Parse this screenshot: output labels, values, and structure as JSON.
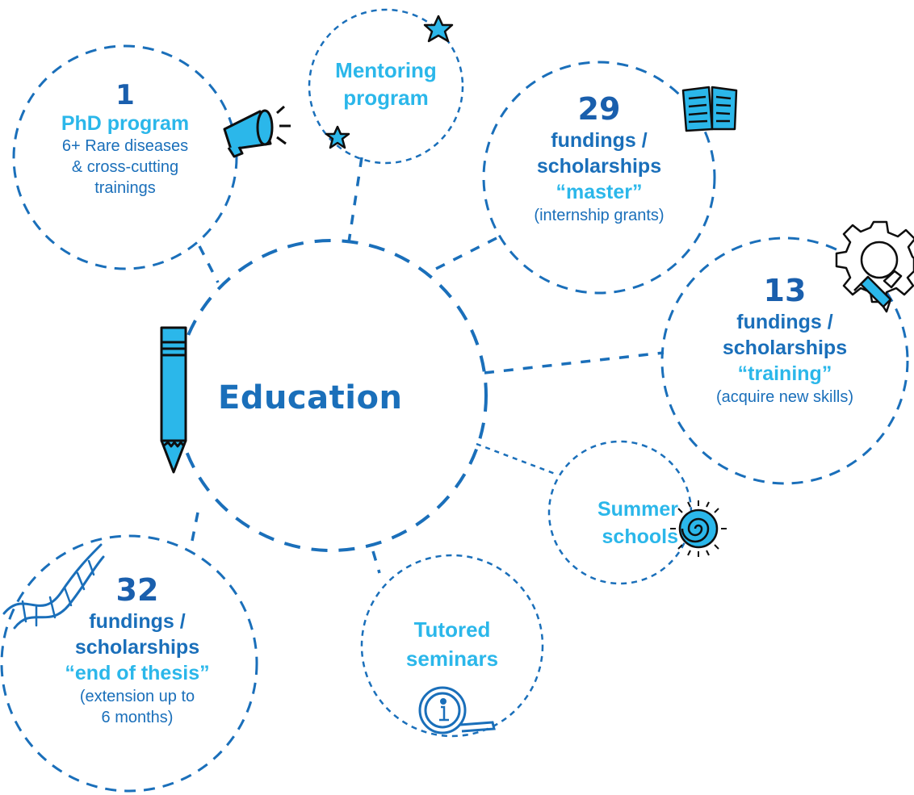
{
  "center": {
    "label": "Education"
  },
  "nodes": {
    "phd": {
      "number": "1",
      "title": "PhD program",
      "line1": "6+ Rare diseases",
      "line2": "& cross-cutting",
      "line3": "trainings"
    },
    "mentoring": {
      "line1": "Mentoring",
      "line2": "program"
    },
    "master": {
      "number": "29",
      "line1": "fundings /",
      "line2": "scholarships",
      "highlight": "“master”",
      "note": "(internship grants)"
    },
    "training": {
      "number": "13",
      "line1": "fundings /",
      "line2": "scholarships",
      "highlight": "“training”",
      "note": "(acquire new skills)"
    },
    "summer": {
      "line1": "Summer",
      "line2": "schools"
    },
    "seminars": {
      "line1": "Tutored",
      "line2": "seminars"
    },
    "thesis": {
      "number": "32",
      "line1": "fundings /",
      "line2": "scholarships",
      "highlight": "“end of thesis”",
      "note1": "(extension up to",
      "note2": "6 months)"
    }
  },
  "colors": {
    "dark_blue": "#1a6fba",
    "light_blue": "#2bb7ea",
    "outline": "#0e0e0e"
  },
  "icons": [
    "megaphone-icon",
    "star-icon",
    "book-icon",
    "gear-wrench-icon",
    "pencil-icon",
    "sun-spiral-icon",
    "dna-icon",
    "magnifier-info-icon"
  ]
}
